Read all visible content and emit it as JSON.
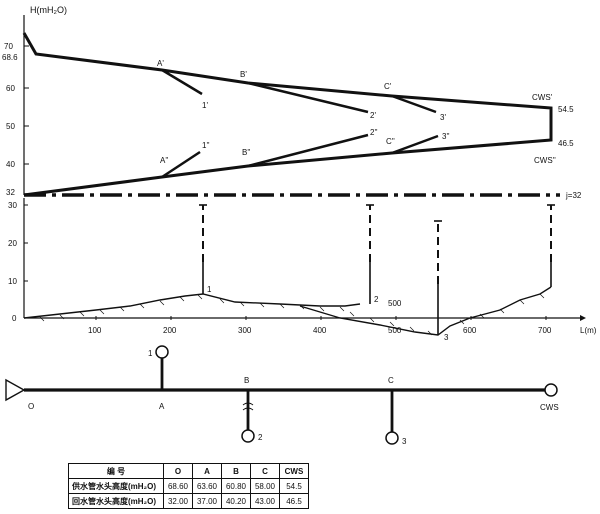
{
  "axis": {
    "h_label": "H(mH₂O)",
    "l_label": "L(m)",
    "h_ticks": [
      "70",
      "68.6",
      "60",
      "50",
      "40",
      "32"
    ],
    "z_ticks": [
      "30",
      "20",
      "10",
      "0"
    ],
    "x_ticks": [
      "100",
      "200",
      "300",
      "400",
      "500",
      "600",
      "700"
    ]
  },
  "static_line_label": "j=32",
  "right_values": {
    "supply": "54.5",
    "return": "46.5"
  },
  "labels": {
    "A_s": "A'",
    "B_s": "B'",
    "C_s": "C'",
    "CWS_s": "CWS'",
    "A_r": "A''",
    "B_r": "B''",
    "C_r": "C''",
    "CWS_r": "CWS''",
    "b1_s": "1'",
    "b2_s": "2'",
    "b3_s": "3'",
    "b1_r": "1''",
    "b2_r": "2''",
    "b3_r": "3''"
  },
  "ground_labels": {
    "n1": "1",
    "n2": "2",
    "n3": "3",
    "mid": "500"
  },
  "network": {
    "O": "O",
    "A": "A",
    "B": "B",
    "C": "C",
    "CWS": "CWS",
    "n1": "1",
    "n2": "2",
    "n3": "3"
  },
  "table": {
    "header": {
      "label": "编   号",
      "cols": [
        "O",
        "A",
        "B",
        "C",
        "CWS"
      ]
    },
    "rows": [
      {
        "label": "供水管水头高度(mH₂O)",
        "values": [
          "68.60",
          "63.60",
          "60.80",
          "58.00",
          "54.5"
        ]
      },
      {
        "label": "回水管水头高度(mH₂O)",
        "values": [
          "32.00",
          "37.00",
          "40.20",
          "43.00",
          "46.5"
        ]
      }
    ]
  }
}
